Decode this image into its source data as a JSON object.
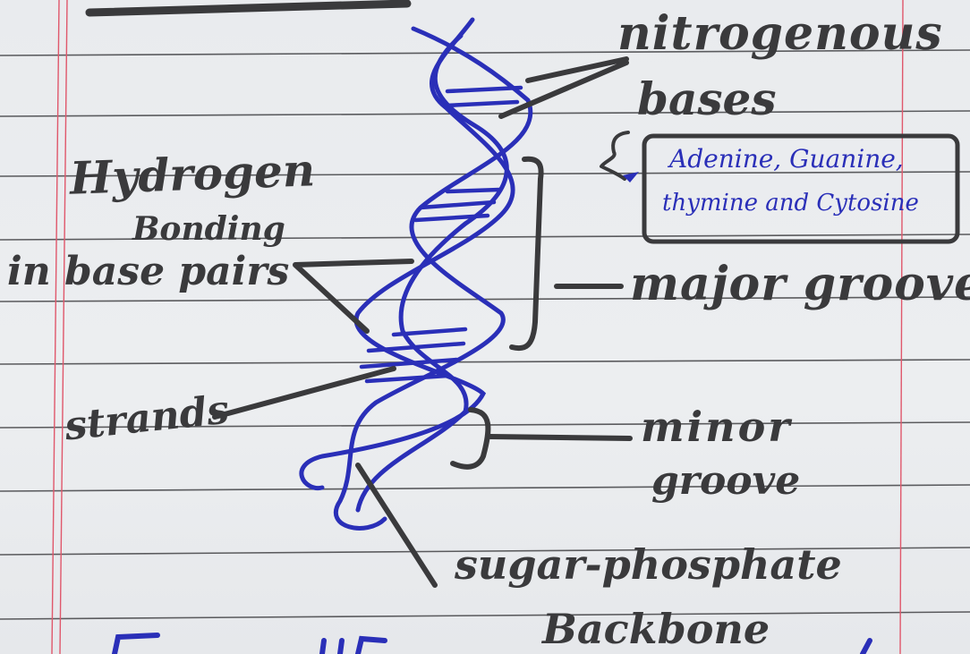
{
  "labels": {
    "nitrogenous": "nitrogenous",
    "bases": "bases",
    "hydrogen": "Hydrogen",
    "bonding": "Bonding",
    "base_pairs": "in base pairs",
    "bases_list_line1": "Adenine, Guanine,",
    "bases_list_line2": "thymine and Cytosine",
    "major_groove": "major groove",
    "strands": "strands",
    "minor_groove_line1": "minor",
    "minor_groove_line2": "groove",
    "backbone_line1": "sugar-phosphate",
    "backbone_line2": "Backbone"
  },
  "colors": {
    "paper": "#eceef0",
    "rule_line": "#2b2b2e",
    "margin_line": "#e0576b",
    "pencil": "#3a3a3c",
    "ink_blue": "#2a2fb8"
  }
}
